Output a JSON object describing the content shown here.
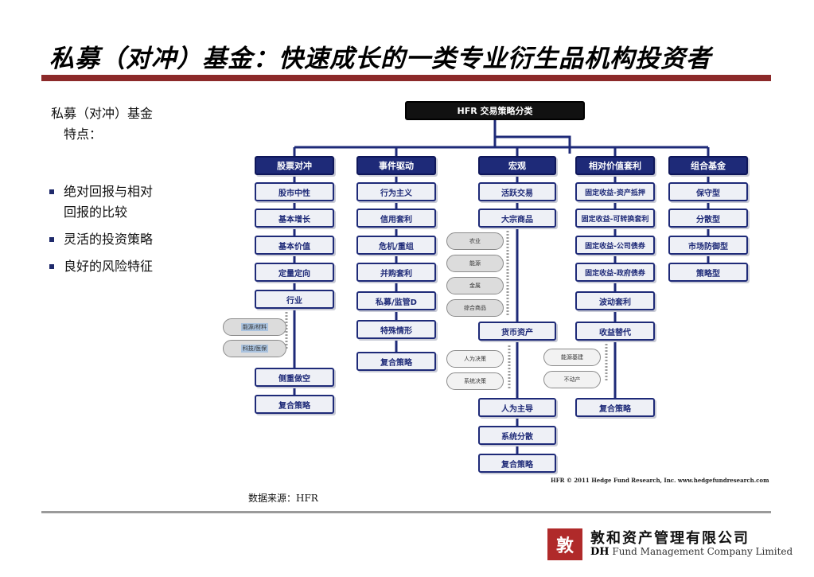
{
  "title": "私募（对冲）基金：快速成长的一类专业衍生品机构投资者",
  "left_panel": {
    "heading_line1": "私募（对冲）基金",
    "heading_line2": "特点：",
    "bullets": [
      "绝对回报与相对",
      "回报的比较",
      "灵活的投资策略",
      "良好的风险特征"
    ]
  },
  "diagram": {
    "root": "HFR 交易策略分类",
    "columns": [
      {
        "head": "股票对冲",
        "items": [
          "股市中性",
          "基本增长",
          "基本价值",
          "定量定向",
          "行业",
          "侧重做空",
          "复合策略"
        ],
        "subs": [
          "能源/材料",
          "科技/医保"
        ]
      },
      {
        "head": "事件驱动",
        "items": [
          "行为主义",
          "信用套利",
          "危机/重组",
          "并购套利",
          "私募/监管D",
          "特殊情形",
          "复合策略"
        ]
      },
      {
        "head": "宏观",
        "items": [
          "活跃交易",
          "大宗商品",
          "货币资产",
          "人为主导",
          "系统分散",
          "复合策略"
        ],
        "subs": [
          "农业",
          "能源",
          "金属",
          "综合商品",
          "人为决策",
          "系统决策"
        ]
      },
      {
        "head": "相对价值套利",
        "items": [
          "固定收益-资产抵押",
          "固定收益-可转换套利",
          "固定收益-公司债券",
          "固定收益-政府债券",
          "波动套利",
          "收益替代",
          "复合策略"
        ],
        "subs": [
          "能源基建",
          "不动产"
        ]
      },
      {
        "head": "组合基金",
        "items": [
          "保守型",
          "分散型",
          "市场防御型",
          "策略型"
        ]
      }
    ],
    "credit": "HFR © 2011 Hedge Fund Research, Inc.  www.hedgefundresearch.com"
  },
  "source": "数据来源：HFR",
  "logo": {
    "seal": "敦",
    "cn": "敦和资产管理有限公司",
    "en_prefix": "DH",
    "en_rest": " Fund Management Company Limited"
  }
}
